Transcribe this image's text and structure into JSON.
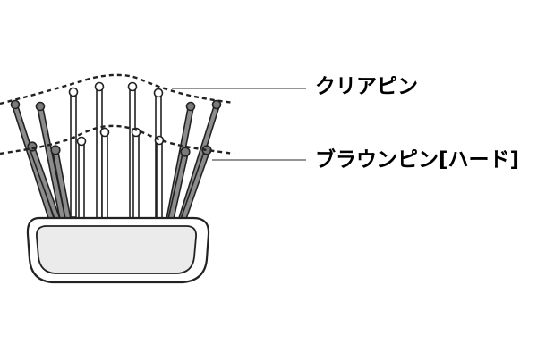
{
  "labels": {
    "clear_pin": "クリアピン",
    "brown_pin": "ブラウンピン[ハード]"
  },
  "colors": {
    "outline": "#222222",
    "brown_pin_fill": "#8c8c8c",
    "brown_pin_tip": "#7a7a7a",
    "clear_pin_fill": "#ffffff",
    "base_fill": "#ebebeb",
    "leader_line": "#555555"
  },
  "icons": {
    "brush": "hair-brush-illustration"
  }
}
